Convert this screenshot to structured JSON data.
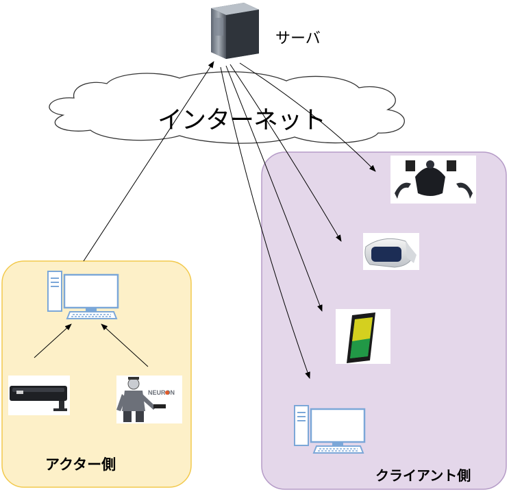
{
  "labels": {
    "server": "サーバ",
    "internet": "インターネット",
    "actor_side": "アクター側",
    "client_side": "クライアント側"
  },
  "logos": {
    "neuron": "NEURON"
  },
  "colors": {
    "actor_panel_fill": "#fdf0c8",
    "actor_panel_stroke": "#f2c94c",
    "client_panel_fill": "#e4d7ea",
    "client_panel_stroke": "#b59bc7",
    "cloud_stroke": "#333333",
    "arrow": "#000000",
    "computer_icon": "#7ba7d8"
  },
  "icons": {
    "server": "server-tower-icon",
    "actor_pc": "desktop-computer-icon",
    "client_pc": "desktop-computer-icon",
    "depth_sensor": "kinect-sensor-icon",
    "mocap_suit": "motion-capture-suit-icon",
    "vr_headset": "vive-vr-headset-icon",
    "mobile_vr": "gear-vr-headset-icon",
    "tablet": "android-tablet-icon"
  }
}
